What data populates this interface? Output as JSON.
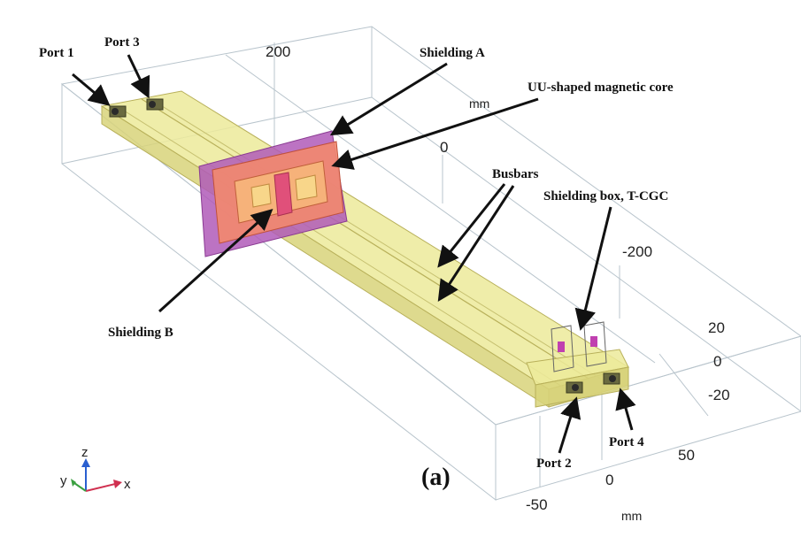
{
  "labels": {
    "port1": "Port 1",
    "port3": "Port 3",
    "port2": "Port 2",
    "port4": "Port 4",
    "shielding_a": "Shielding A",
    "shielding_b": "Shielding B",
    "core": "UU-shaped magnetic core",
    "busbars": "Busbars",
    "shield_box": "Shielding box, T-CGC",
    "caption": "(a)"
  },
  "axis_ticks": {
    "y_top_200": "200",
    "y_top_0": "0",
    "y_top_m200": "-200",
    "z_20": "20",
    "z_0": "0",
    "z_m20": "-20",
    "x_50": "50",
    "x_0": "0",
    "x_m50": "-50",
    "unit_top": "mm",
    "unit_bottom": "mm"
  },
  "triad": {
    "z": "z",
    "y": "y",
    "x": "x"
  },
  "colors": {
    "busbar": "#e8e6a0",
    "shield_a": "#b05ab8",
    "core": "#f07a6a",
    "bounding_box": "#b8c4cc"
  }
}
